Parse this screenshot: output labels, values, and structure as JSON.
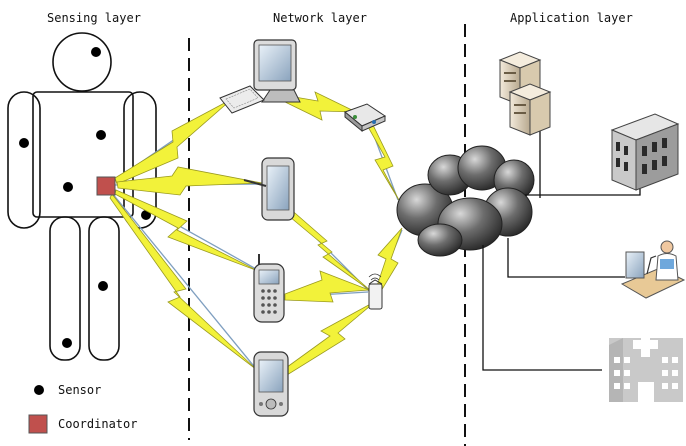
{
  "layers": {
    "sensing": "Sensing layer",
    "network": "Network layer",
    "application": "Application layer"
  },
  "legend": {
    "sensor": "Sensor",
    "coordinator": "Coordinator"
  },
  "colors": {
    "lightning": "#f2f23a",
    "lightning_stroke": "#9a9a20",
    "link": "#7f9fc0",
    "coordinator": "#c0504d",
    "cloud": "#4a4a4a",
    "outline": "#111111"
  },
  "icons": [
    "laptop-icon",
    "router-icon",
    "tablet-icon",
    "mobile-phone-icon",
    "pda-icon",
    "access-point-icon",
    "cloud-icon",
    "server-icon",
    "building-icon",
    "physician-icon",
    "hospital-icon"
  ]
}
